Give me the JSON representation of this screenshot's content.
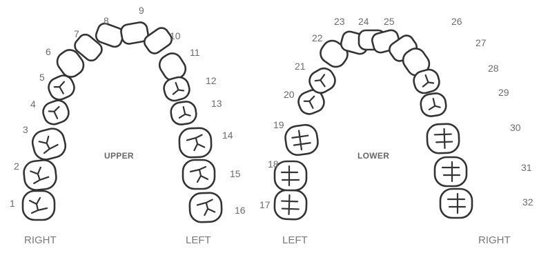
{
  "upper": {
    "label": "UPPER",
    "right_label": "RIGHT",
    "left_label": "LEFT",
    "teeth": [
      {
        "number": "1",
        "type": "molar"
      },
      {
        "number": "2",
        "type": "molar"
      },
      {
        "number": "3",
        "type": "molar"
      },
      {
        "number": "4",
        "type": "premolar"
      },
      {
        "number": "5",
        "type": "premolar"
      },
      {
        "number": "6",
        "type": "canine"
      },
      {
        "number": "7",
        "type": "incisor"
      },
      {
        "number": "8",
        "type": "incisor"
      },
      {
        "number": "9",
        "type": "incisor"
      },
      {
        "number": "10",
        "type": "incisor"
      },
      {
        "number": "11",
        "type": "canine"
      },
      {
        "number": "12",
        "type": "premolar"
      },
      {
        "number": "13",
        "type": "premolar"
      },
      {
        "number": "14",
        "type": "molar"
      },
      {
        "number": "15",
        "type": "molar"
      },
      {
        "number": "16",
        "type": "molar"
      }
    ]
  },
  "lower": {
    "label": "LOWER",
    "left_label": "LEFT",
    "right_label": "RIGHT",
    "teeth": [
      {
        "number": "17",
        "type": "molar"
      },
      {
        "number": "18",
        "type": "molar"
      },
      {
        "number": "19",
        "type": "molar"
      },
      {
        "number": "20",
        "type": "premolar"
      },
      {
        "number": "21",
        "type": "premolar"
      },
      {
        "number": "22",
        "type": "canine"
      },
      {
        "number": "23",
        "type": "incisor"
      },
      {
        "number": "24",
        "type": "incisor"
      },
      {
        "number": "25",
        "type": "incisor"
      },
      {
        "number": "26",
        "type": "incisor"
      },
      {
        "number": "27",
        "type": "canine"
      },
      {
        "number": "28",
        "type": "premolar"
      },
      {
        "number": "29",
        "type": "premolar"
      },
      {
        "number": "30",
        "type": "molar"
      },
      {
        "number": "31",
        "type": "molar"
      },
      {
        "number": "32",
        "type": "molar"
      }
    ]
  },
  "colors": {
    "outline": "#333333",
    "label_text": "#6b6b6b",
    "background": "#ffffff"
  }
}
